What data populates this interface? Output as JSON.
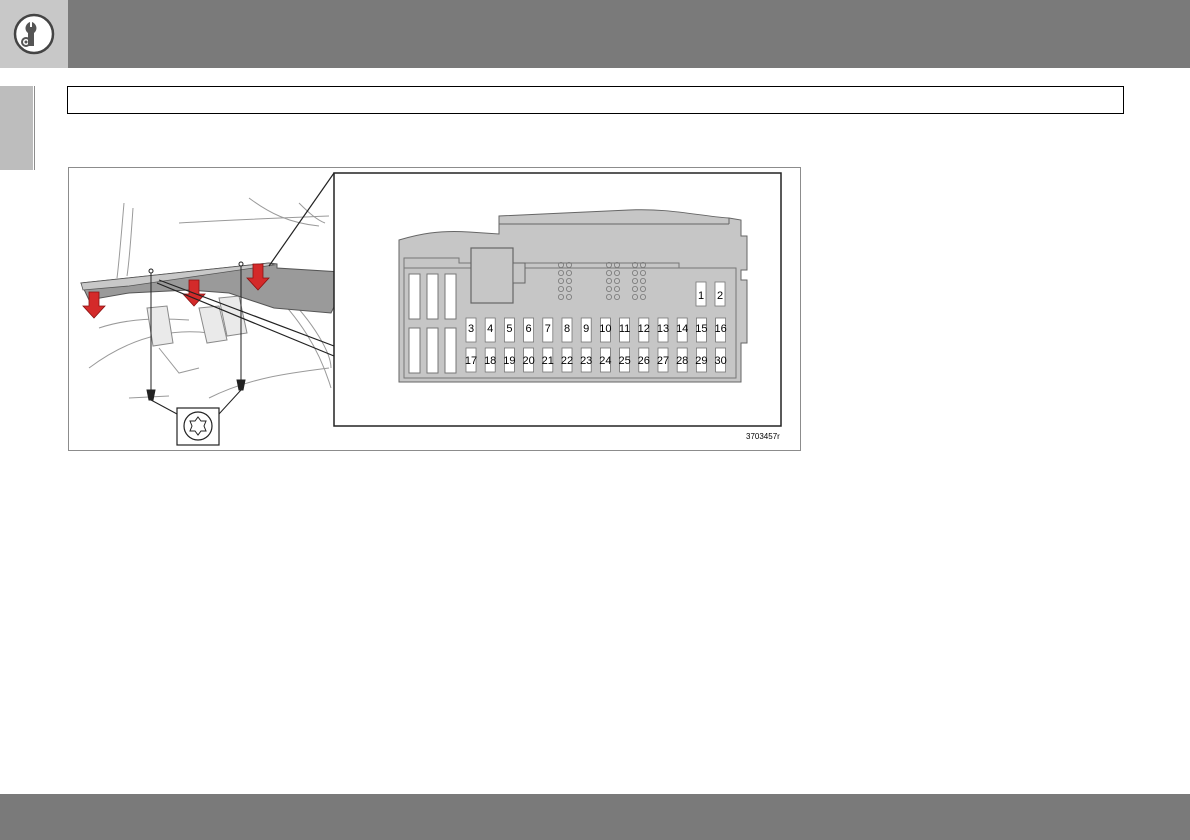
{
  "header": {
    "icon": "wrench-gear-icon",
    "accent": "#7a7a7a",
    "icon_box": "#c8c8c8"
  },
  "figure": {
    "code": "3703457r",
    "fuse_labels_top": [
      "1",
      "2"
    ],
    "fuse_labels_row1": [
      "3",
      "4",
      "5",
      "6",
      "7",
      "8",
      "9",
      "10",
      "11",
      "12",
      "13",
      "14",
      "15",
      "16"
    ],
    "fuse_labels_row2": [
      "17",
      "18",
      "19",
      "20",
      "21",
      "22",
      "23",
      "24",
      "25",
      "26",
      "27",
      "28",
      "29",
      "30"
    ],
    "arrow_color": "#d42a2a"
  }
}
